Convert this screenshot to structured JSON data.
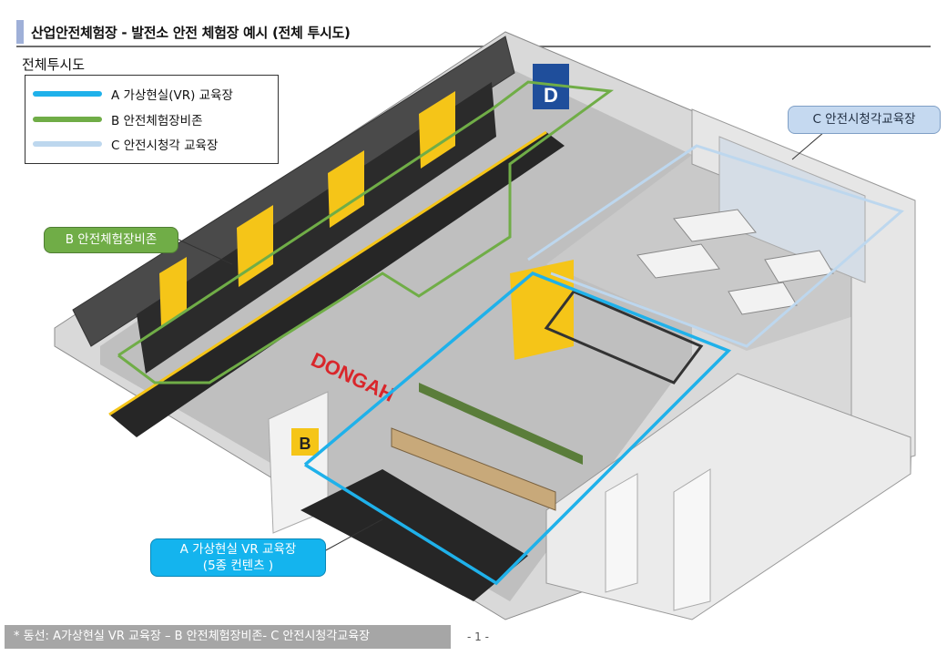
{
  "header": {
    "title": "산업안전체험장 - 발전소 안전 체험장 예시 (전체 투시도)"
  },
  "overview_label": "전체투시도",
  "legend": {
    "items": [
      {
        "label": "A 가상현실(VR) 교육장",
        "color": "#1fb1ea"
      },
      {
        "label": "B 안전체험장비존",
        "color": "#70ad47"
      },
      {
        "label": "C 안전시청각 교육장",
        "color": "#bdd7ee"
      }
    ]
  },
  "callouts": {
    "b": "B 안전체험장비존",
    "c": "C 안전시청각교육장",
    "a_line1": "A 가상현실 VR 교육장",
    "a_line2": "(5종 컨텐츠 )"
  },
  "scene": {
    "brand_text": "DONGAH",
    "zone_letters": {
      "b": "B",
      "d": "D"
    }
  },
  "colors": {
    "zone_a": "#1fb1ea",
    "zone_b": "#70ad47",
    "zone_c": "#bdd7ee",
    "brand_yellow": "#f5c518",
    "brand_red": "#d9262b"
  },
  "footer": {
    "note": "* 동선: A가상현실 VR 교육장 – B 안전체험장비존- C 안전시청각교육장",
    "page": "- 1 -"
  }
}
